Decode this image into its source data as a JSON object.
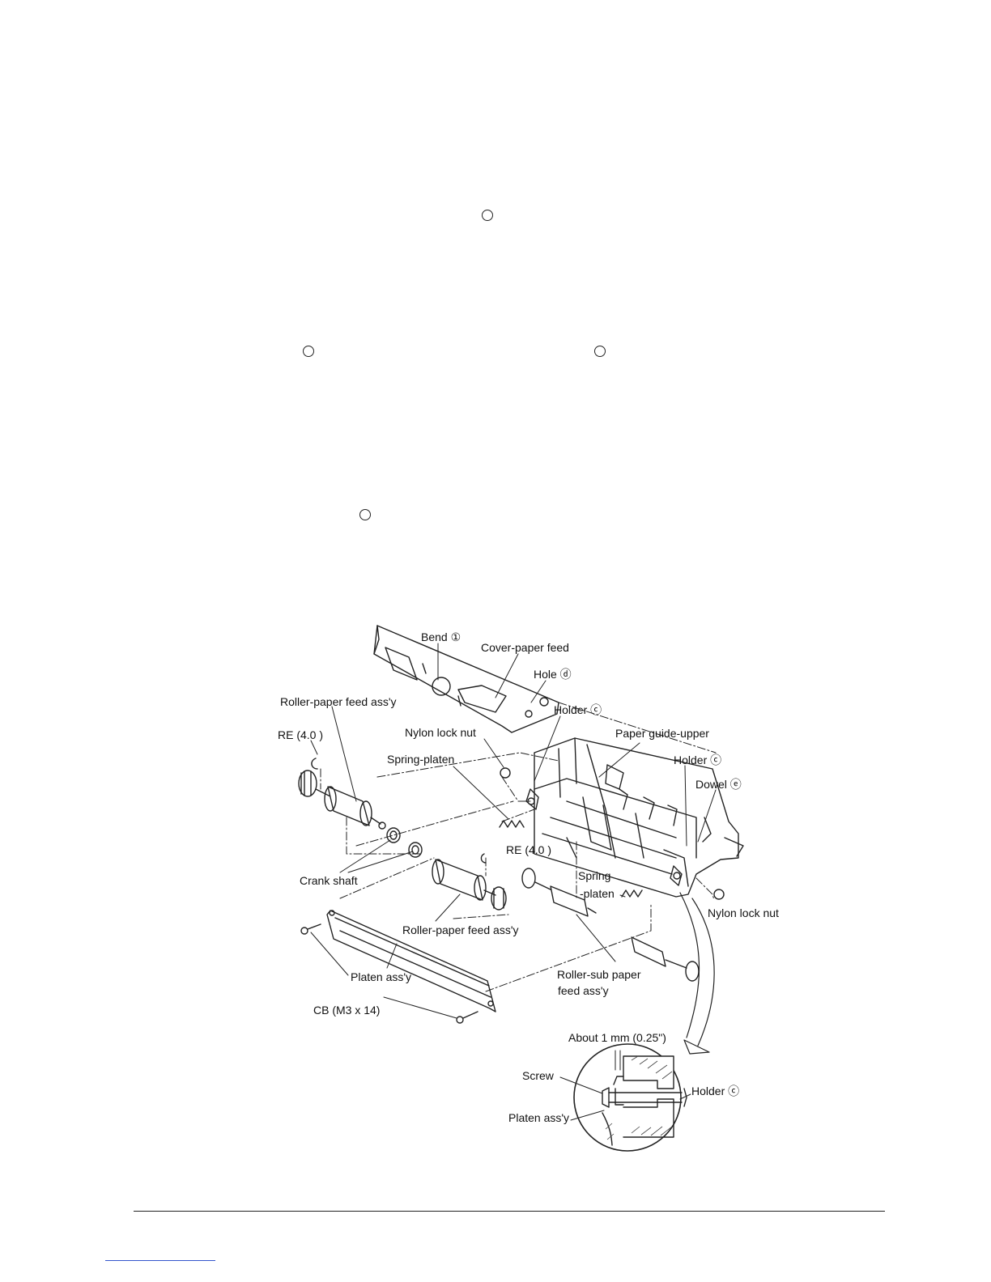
{
  "labels": {
    "bend": "Bend ①",
    "cover_paper_feed": "Cover-paper feed",
    "hole": "Hole ⓓ",
    "roller_paper_feed_top": "Roller-paper feed ass'y",
    "holder_c_1": "Holder ⓒ",
    "re_top": "RE (4.0 )",
    "nylon_lock_nut_top": "Nylon lock nut",
    "paper_guide_upper": "Paper guide-upper",
    "holder_c_2": "Holder ⓒ",
    "spring_platen_1": "Spring-platen",
    "dowel": "Dowel ⓔ",
    "re_mid": "RE (4.0 )",
    "crank_shaft": "Crank shaft",
    "spring_line1": "Spring",
    "spring_line2": "-platen",
    "nylon_lock_nut_right": "Nylon lock nut",
    "roller_paper_feed_bottom": "Roller-paper feed ass'y",
    "platen_assy": "Platen ass'y",
    "roller_sub_line1": "Roller-sub paper",
    "roller_sub_line2": "feed ass'y",
    "cb_screw": "CB (M3 x 14)",
    "about_1mm": "About 1 mm (0.25\")",
    "screw": "Screw",
    "holder_c_3": "Holder ⓒ",
    "platen_assy_detail": "Platen ass'y"
  }
}
